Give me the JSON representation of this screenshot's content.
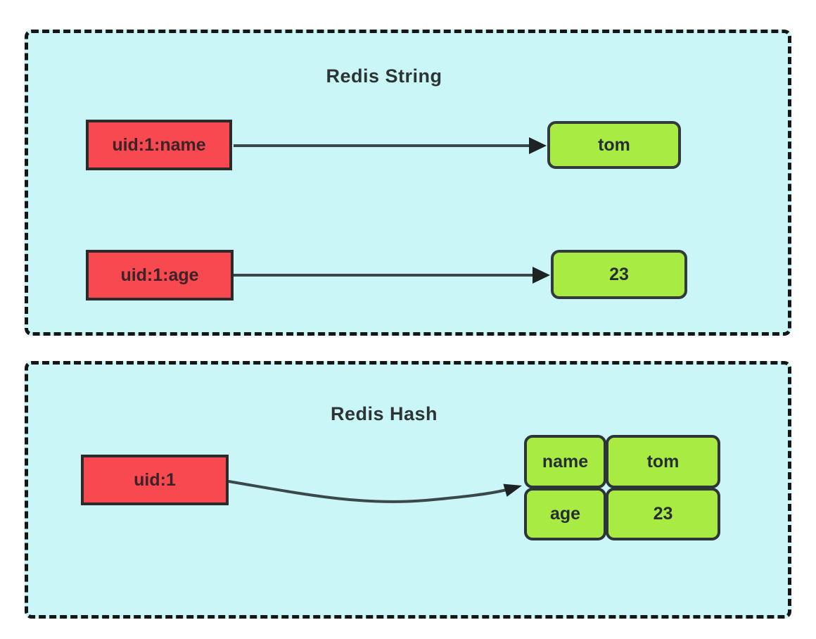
{
  "diagram": {
    "background": "#ffffff",
    "panel_bg": "#caf6f7",
    "panel_border": "#161616",
    "key_box_color": "#f7494f",
    "value_box_color": "#a8ec43",
    "arrow_color": "#3a484b"
  },
  "panels": [
    {
      "title": "Redis String",
      "rows": [
        {
          "key": "uid:1:name",
          "value": "tom"
        },
        {
          "key": "uid:1:age",
          "value": "23"
        }
      ]
    },
    {
      "title": "Redis Hash",
      "key": "uid:1",
      "fields": [
        {
          "field": "name",
          "value": "tom"
        },
        {
          "field": "age",
          "value": "23"
        }
      ]
    }
  ]
}
